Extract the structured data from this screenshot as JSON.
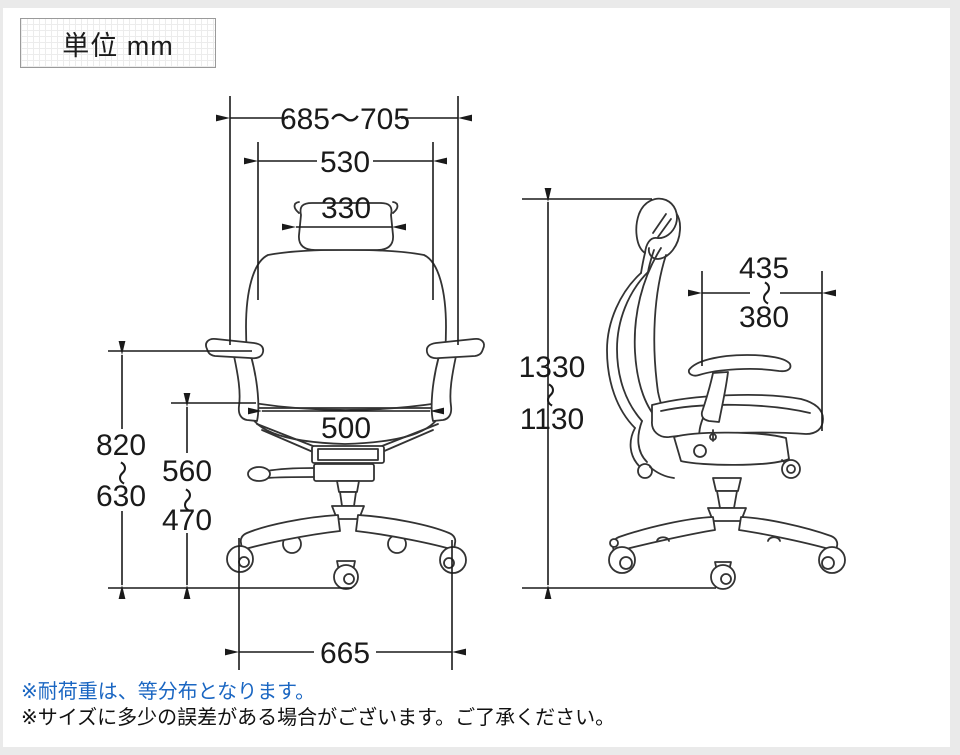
{
  "frame": {
    "border_color": "#eaeaea",
    "background": "#ffffff"
  },
  "unit_box": {
    "label": "単位 mm"
  },
  "notes": {
    "load_note": {
      "text": "※耐荷重は、等分布となります。",
      "color": "#1a66c2"
    },
    "size_note": {
      "text": "※サイズに多少の誤差がある場合がございます。ご了承ください。",
      "color": "#111111"
    }
  },
  "diagram": {
    "stroke_chair": "#333333",
    "stroke_dimension": "#1a1a1a",
    "front_view": {
      "overall_width": "685〜705",
      "backrest_width": "530",
      "headrest_width": "330",
      "seat_width": "500",
      "armrest_height": {
        "max": "820",
        "range_mark": "〜",
        "min": "630"
      },
      "seat_height": {
        "max": "560",
        "range_mark": "〜",
        "min": "470"
      },
      "base_width": "665"
    },
    "side_view": {
      "total_height": {
        "max": "1330",
        "range_mark": "〜",
        "min": "1130"
      },
      "seat_depth": {
        "max": "435",
        "range_mark": "〜",
        "min": "380"
      }
    }
  }
}
